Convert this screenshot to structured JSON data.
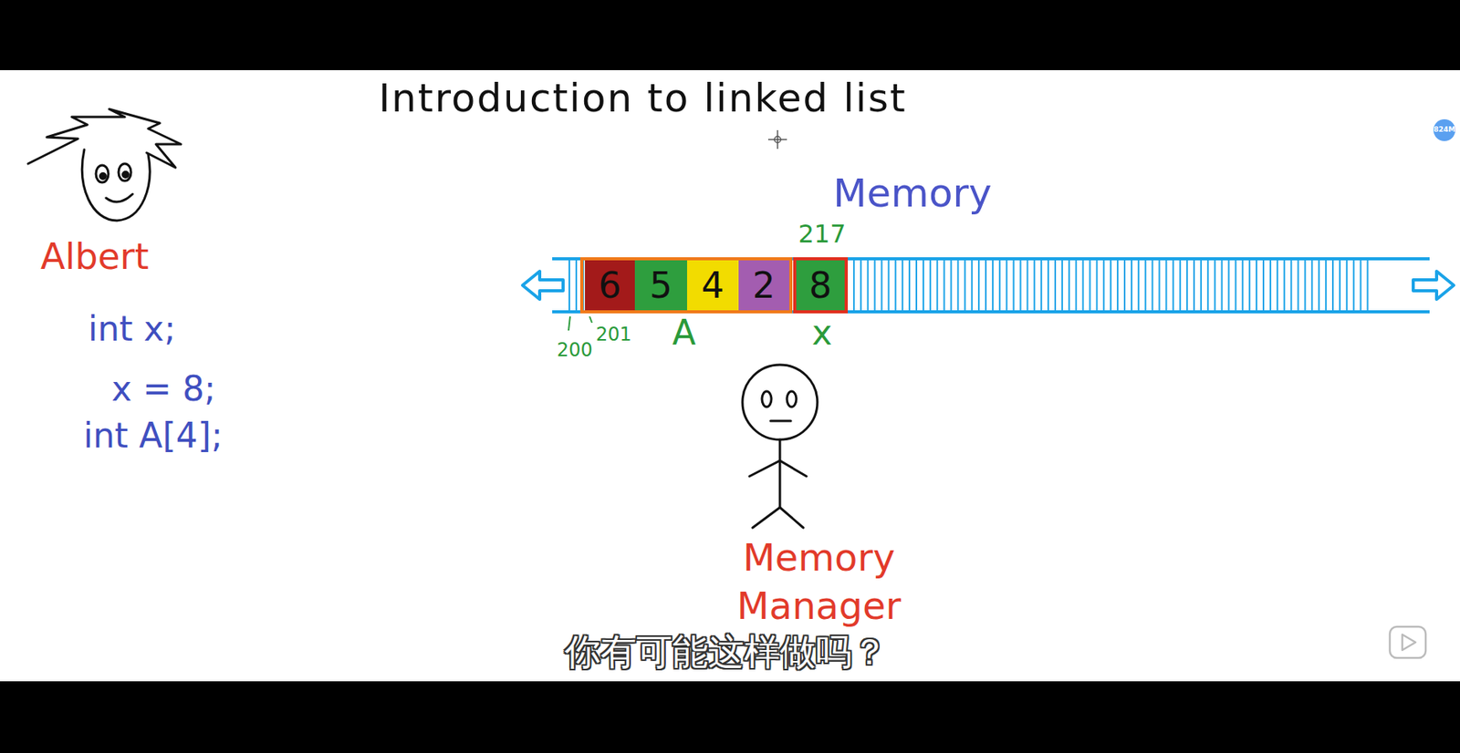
{
  "diagram": {
    "title": "Introduction to linked list",
    "caption": "你有可能这样做吗？",
    "nodes": [
      {
        "text": [
          "Memory"
        ]
      },
      {
        "text": [
          "A"
        ],
        "in": 0
      },
      {
        "text": [
          "6"
        ],
        "in": 1
      },
      {
        "text": [
          "5"
        ],
        "in": 1
      },
      {
        "text": [
          "4"
        ],
        "in": 1
      },
      {
        "text": [
          "2"
        ],
        "in": 1
      },
      {
        "text": [
          "217",
          "8",
          "x"
        ],
        "in": 0
      }
    ],
    "labels": [
      "824M",
      "Albert",
      "int x;",
      "x = 8;",
      "int A[4];",
      "201",
      "200",
      "Memory Manager"
    ]
  }
}
